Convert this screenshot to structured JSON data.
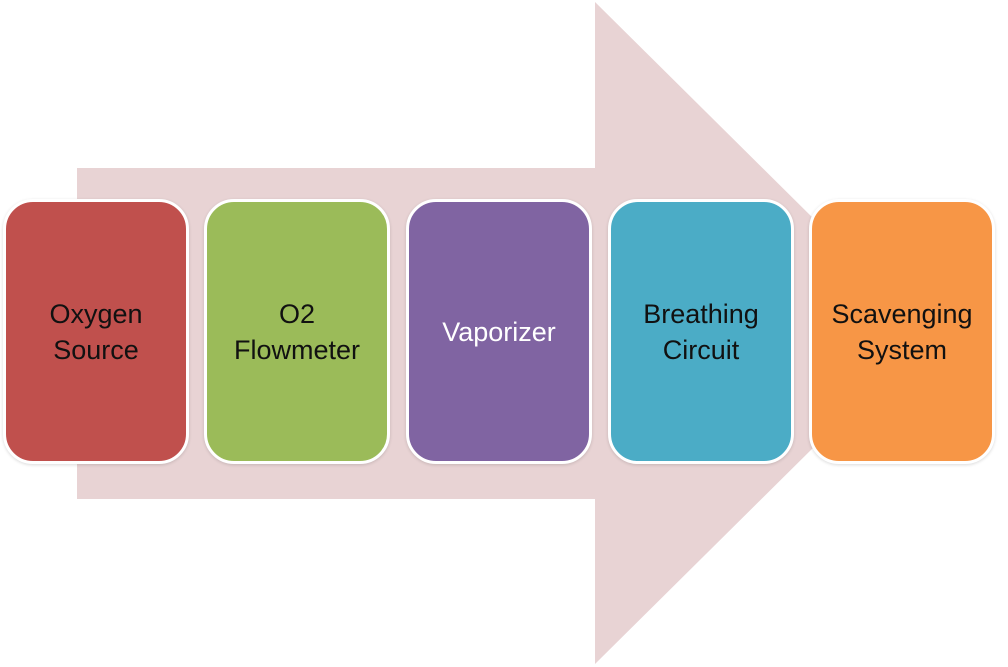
{
  "arrow": {
    "color": "#e8d3d4"
  },
  "steps": [
    {
      "label": "Oxygen\nSource",
      "color": "#c0504d",
      "text_color": "#111111"
    },
    {
      "label": "O2\nFlowmeter",
      "color": "#9bbb59",
      "text_color": "#111111"
    },
    {
      "label": "Vaporizer",
      "color": "#8064a2",
      "text_color": "#ffffff"
    },
    {
      "label": "Breathing\nCircuit",
      "color": "#4bacc6",
      "text_color": "#111111"
    },
    {
      "label": "Scavenging\nSystem",
      "color": "#f79646",
      "text_color": "#111111"
    }
  ]
}
